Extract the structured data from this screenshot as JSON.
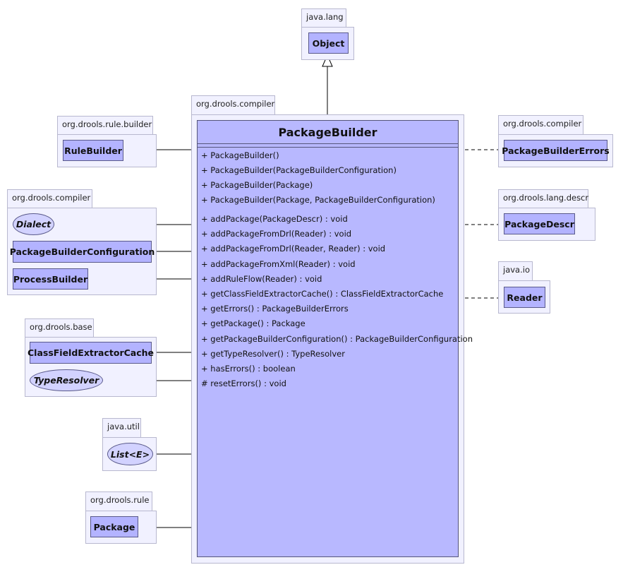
{
  "main": {
    "package": "org.drools.compiler",
    "class_name": "PackageBuilder",
    "constructors": [
      "+ PackageBuilder()",
      "+ PackageBuilder(PackageBuilderConfiguration)",
      "+ PackageBuilder(Package)",
      "+ PackageBuilder(Package, PackageBuilderConfiguration)"
    ],
    "methods": [
      "+ addPackage(PackageDescr) : void",
      "+ addPackageFromDrl(Reader) : void",
      "+ addPackageFromDrl(Reader, Reader) : void",
      "+ addPackageFromXml(Reader) : void",
      "+ addRuleFlow(Reader) : void",
      "+ getClassFieldExtractorCache() : ClassFieldExtractorCache",
      "+ getErrors() : PackageBuilderErrors",
      "+ getPackage() : Package",
      "+ getPackageBuilderConfiguration() : PackageBuilderConfiguration",
      "+ getTypeResolver() : TypeResolver",
      "+ hasErrors() : boolean",
      "# resetErrors() : void"
    ]
  },
  "packages": {
    "java_lang": {
      "name": "java.lang",
      "classes": [
        "Object"
      ]
    },
    "rule_builder": {
      "name": "org.drools.rule.builder",
      "classes": [
        "RuleBuilder"
      ]
    },
    "compiler_left": {
      "name": "org.drools.compiler",
      "interfaces": [
        "Dialect"
      ],
      "classes": [
        "PackageBuilderConfiguration",
        "ProcessBuilder"
      ]
    },
    "base": {
      "name": "org.drools.base",
      "classes": [
        "ClassFieldExtractorCache"
      ],
      "interfaces": [
        "TypeResolver"
      ]
    },
    "java_util": {
      "name": "java.util",
      "interfaces": [
        "List<E>"
      ]
    },
    "rule": {
      "name": "org.drools.rule",
      "classes": [
        "Package"
      ]
    },
    "compiler_right": {
      "name": "org.drools.compiler",
      "classes": [
        "PackageBuilderErrors"
      ]
    },
    "lang_descr": {
      "name": "org.drools.lang.descr",
      "classes": [
        "PackageDescr"
      ]
    },
    "java_io": {
      "name": "java.io",
      "classes": [
        "Reader"
      ]
    }
  },
  "colors": {
    "class_fill": "#b3b3ff",
    "main_fill": "#b8b8ff",
    "interface_fill": "#d2d2ff",
    "package_fill": "#f1f1ff",
    "border": "#55557a"
  }
}
